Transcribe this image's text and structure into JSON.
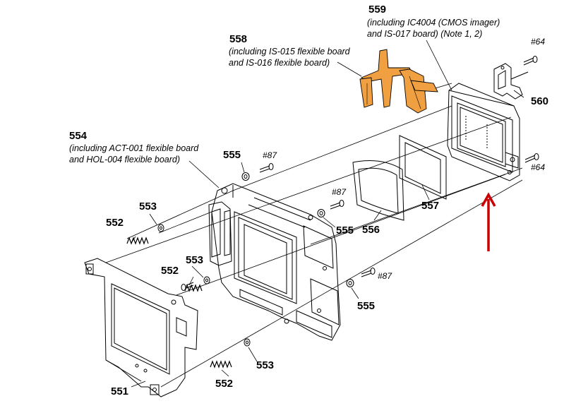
{
  "labels": {
    "p559": "559",
    "p559_note1": "(including IC4004 (CMOS imager)",
    "p559_note2": "and IS-017 board) (Note 1, 2)",
    "p558": "558",
    "p558_note1": "(including IS-015 flexible board",
    "p558_note2": "and IS-016 flexible board)",
    "p554": "554",
    "p554_note1": "(including ACT-001 flexible board",
    "p554_note2": "and HOL-004 flexible board)",
    "p560": "560",
    "p557": "557",
    "p556": "556",
    "p555_top": "555",
    "p555_mid": "555",
    "p555_bot": "555",
    "p553_top": "553",
    "p553_mid": "553",
    "p553_bot": "553",
    "p552_top": "552",
    "p552_mid": "552",
    "p552_bot": "552",
    "p551": "551",
    "s87_top": "#87",
    "s87_mid": "#87",
    "s87_bot": "#87",
    "s64_top": "#64",
    "s64_bot": "#64"
  },
  "colors": {
    "flex_cable": "#f0a040",
    "arrow": "#cc0000",
    "line": "#000000"
  }
}
